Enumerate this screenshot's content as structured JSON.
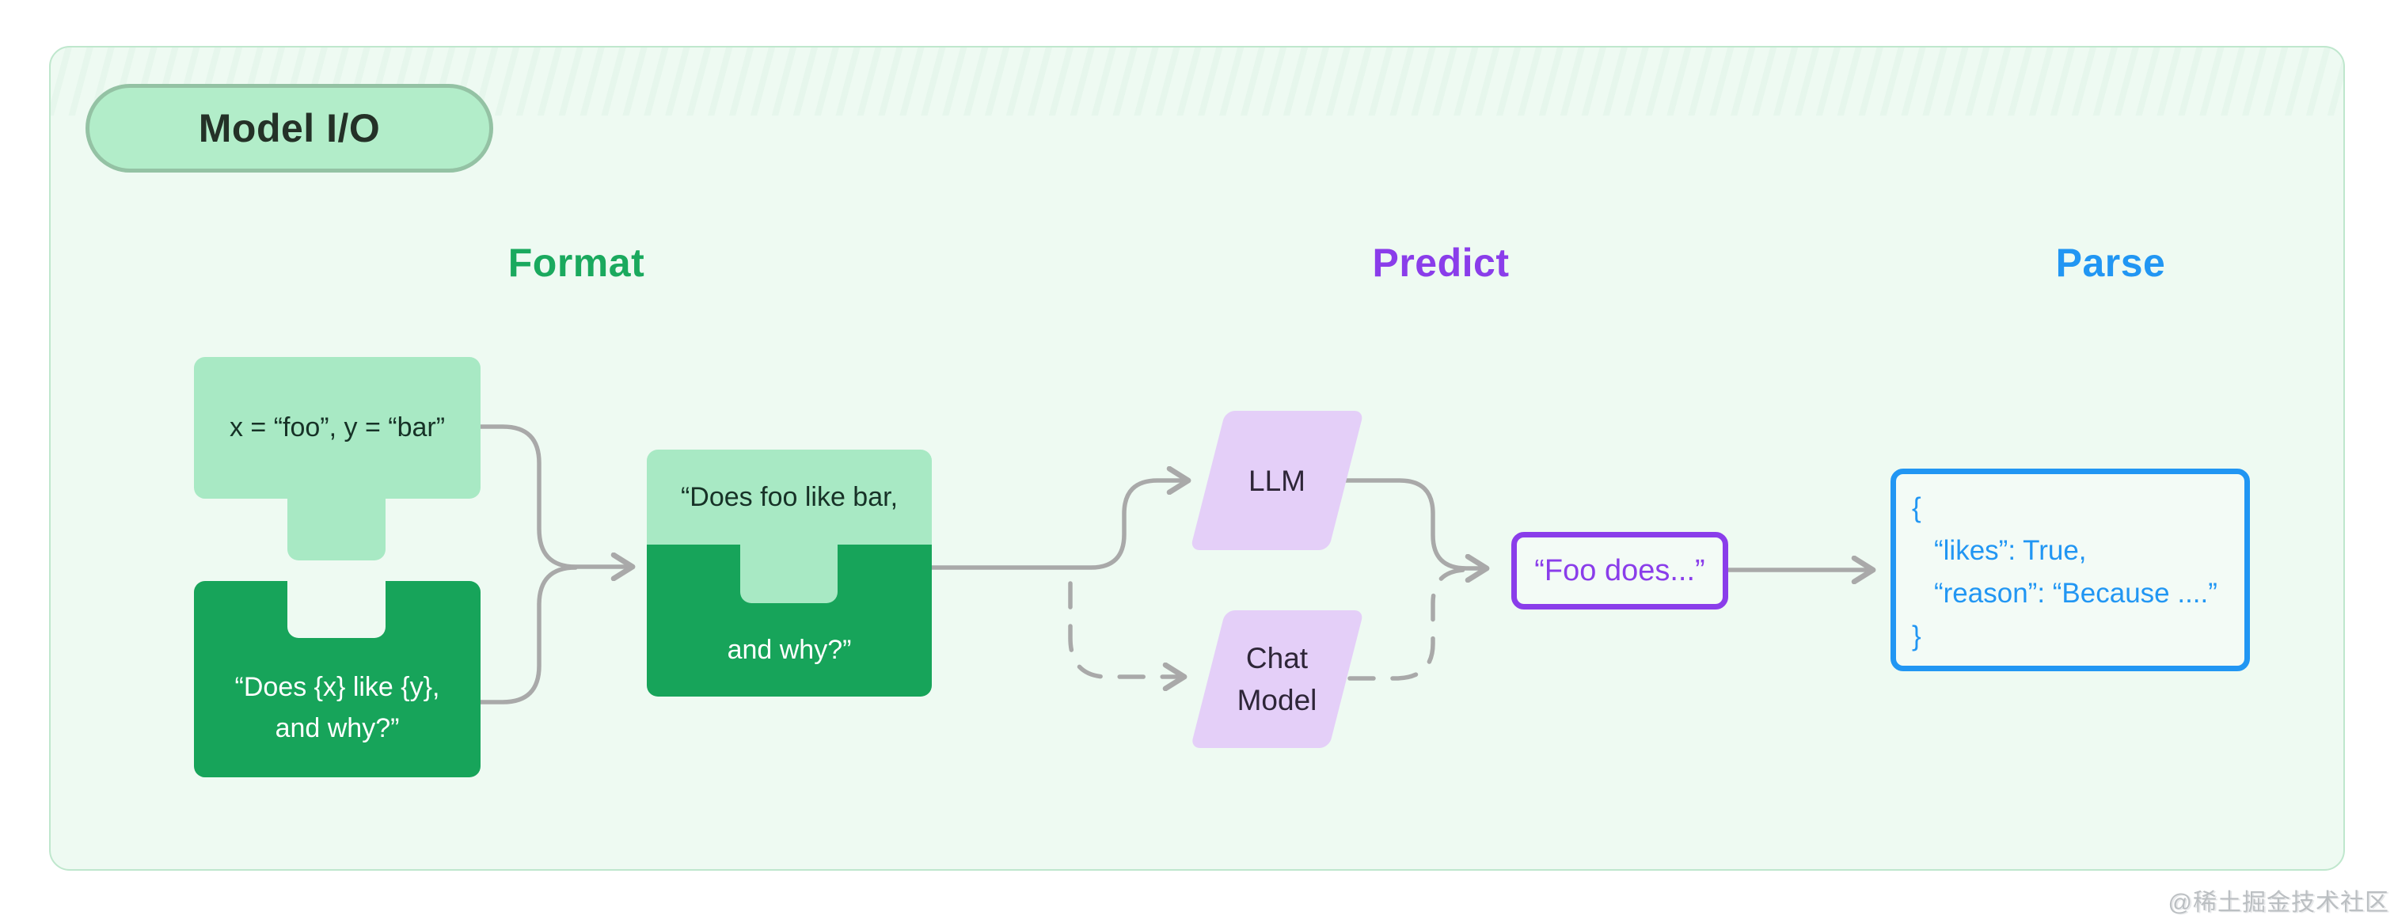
{
  "page": {
    "watermark": "@稀土掘金技术社区",
    "background": "#ffffff",
    "panel_background": "#eefaf2",
    "panel_border": "#bfe7cd"
  },
  "badge": {
    "label": "Model I/O",
    "fill": "#b2edc9",
    "border": "#94c2a4"
  },
  "stages": [
    {
      "label": "Format",
      "color": "#1aa95e"
    },
    {
      "label": "Predict",
      "color": "#8a3dea"
    },
    {
      "label": "Parse",
      "color": "#2196f3"
    }
  ],
  "format": {
    "variables_block": {
      "text": "x = “foo”, y = “bar”",
      "fill": "#a8e9c4"
    },
    "template_block": {
      "line1": "“Does {x} like {y},",
      "line2": "and why?”",
      "fill": "#17a45a"
    },
    "prompt_block": {
      "line1": "“Does foo like bar,",
      "line2": "and why?”"
    }
  },
  "predict": {
    "llm_block": {
      "label": "LLM",
      "fill": "#e4cff8"
    },
    "chat_model_block": {
      "line1": "Chat",
      "line2": "Model",
      "fill": "#e4cff8"
    },
    "output_block": {
      "text": "“Foo does...”",
      "color": "#8a3dea"
    }
  },
  "parse": {
    "output_block": {
      "color": "#2196f3",
      "lines": [
        "{",
        "“likes”: True,",
        "“reason”: “Because ....”",
        "}"
      ]
    }
  },
  "connector_color": "#a9a9a9"
}
